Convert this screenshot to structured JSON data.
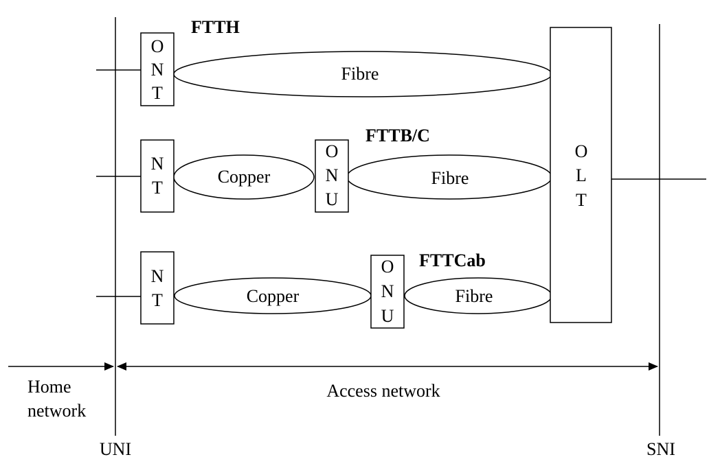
{
  "diagram": {
    "titles": {
      "ftth": "FTTH",
      "fttb": "FTTB/C",
      "fttcab": "FTTCab"
    },
    "boxes": {
      "ont": [
        "O",
        "N",
        "T"
      ],
      "nt": [
        "N",
        "T"
      ],
      "onu": [
        "O",
        "N",
        "U"
      ],
      "olt": [
        "O",
        "L",
        "T"
      ]
    },
    "media": {
      "fibre": "Fibre",
      "copper": "Copper"
    },
    "regions": {
      "home_line1": "Home",
      "home_line2": "network",
      "access": "Access network"
    },
    "interfaces": {
      "uni": "UNI",
      "sni": "SNI"
    }
  }
}
